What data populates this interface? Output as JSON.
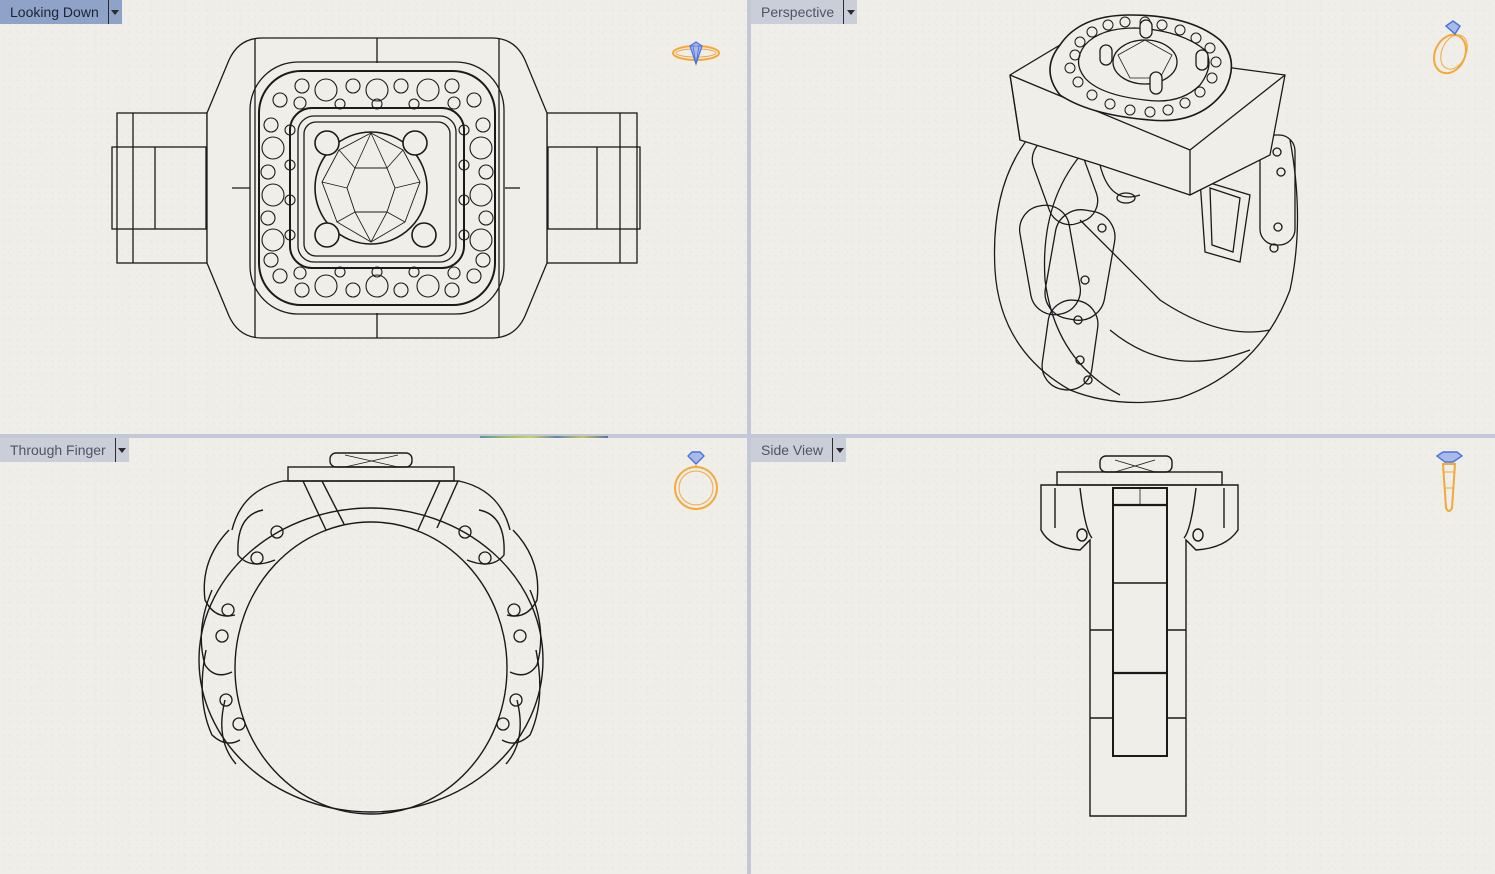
{
  "app": {
    "layout": "four-viewport",
    "accent_active_tab": "#8fa3c8",
    "tab_inactive": "#c9ced9",
    "viewport_bg": "#efeee9",
    "line_color": "#1a1a1a",
    "nav_icon_gold": "#f2a93b",
    "nav_icon_blue": "#4a72d9"
  },
  "viewports": [
    {
      "id": "top",
      "label": "Looking Down",
      "active": true,
      "dropdown_icon": "chevron-down-icon",
      "nav_icon": "ring-top-view-icon",
      "content": "Signet ring — top view: cushion halo with round center stone, 4 prongs, pave accents, link-style shank"
    },
    {
      "id": "perspective",
      "label": "Perspective",
      "active": false,
      "dropdown_icon": "chevron-down-icon",
      "nav_icon": "ring-perspective-icon",
      "content": "Signet ring — perspective view with link shank"
    },
    {
      "id": "front",
      "label": "Through Finger",
      "active": false,
      "dropdown_icon": "chevron-down-icon",
      "nav_icon": "ring-front-view-icon",
      "content": "Signet ring — through finger view showing circular band with linked segments"
    },
    {
      "id": "side",
      "label": "Side View",
      "active": false,
      "dropdown_icon": "chevron-down-icon",
      "nav_icon": "ring-side-view-icon",
      "content": "Signet ring — side view showing head and shank profile"
    }
  ]
}
